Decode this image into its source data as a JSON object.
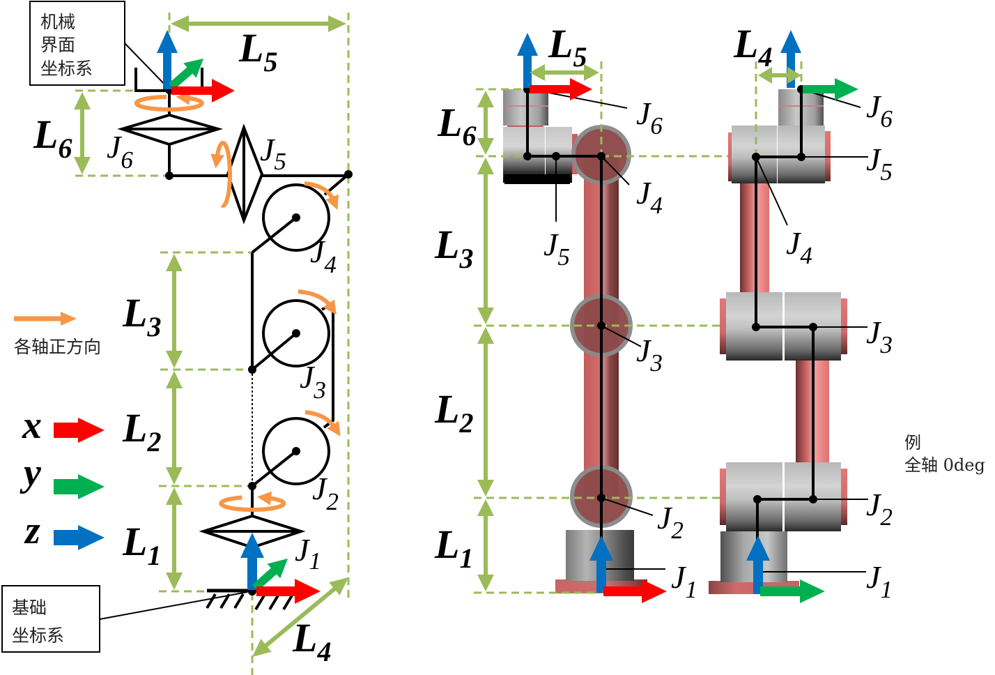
{
  "colors": {
    "x_axis": "#FF0000",
    "y_axis": "#00B050",
    "z_axis": "#0070C0",
    "positive_rotation": "#F79646",
    "dimension_line": "#9BBB59",
    "link": "#CD6A6A",
    "joint_disc": "#8E4A4A"
  },
  "left_diagram": {
    "mechanical_interface_frame": {
      "lines": [
        "机械",
        "界面",
        "坐标系"
      ]
    },
    "base_frame": {
      "lines": [
        "基础",
        "坐标系"
      ]
    },
    "legend": {
      "positive_rotation_label": "各轴正方向",
      "axes": [
        {
          "label": "x"
        },
        {
          "label": "y"
        },
        {
          "label": "z"
        }
      ]
    },
    "lengths": {
      "L1": {
        "symbol": "L",
        "index": "1"
      },
      "L2": {
        "symbol": "L",
        "index": "2"
      },
      "L3": {
        "symbol": "L",
        "index": "3"
      },
      "L4": {
        "symbol": "L",
        "index": "4"
      },
      "L5": {
        "symbol": "L",
        "index": "5"
      },
      "L6": {
        "symbol": "L",
        "index": "6"
      }
    },
    "joints": {
      "J1": {
        "symbol": "J",
        "index": "1"
      },
      "J2": {
        "symbol": "J",
        "index": "2"
      },
      "J3": {
        "symbol": "J",
        "index": "3"
      },
      "J4": {
        "symbol": "J",
        "index": "4"
      },
      "J5": {
        "symbol": "J",
        "index": "5"
      },
      "J6": {
        "symbol": "J",
        "index": "6"
      }
    }
  },
  "front_view": {
    "lengths": {
      "L1": {
        "symbol": "L",
        "index": "1"
      },
      "L2": {
        "symbol": "L",
        "index": "2"
      },
      "L3": {
        "symbol": "L",
        "index": "3"
      },
      "L5": {
        "symbol": "L",
        "index": "5"
      },
      "L6": {
        "symbol": "L",
        "index": "6"
      }
    },
    "joints": {
      "J1": {
        "symbol": "J",
        "index": "1"
      },
      "J2": {
        "symbol": "J",
        "index": "2"
      },
      "J3": {
        "symbol": "J",
        "index": "3"
      },
      "J4": {
        "symbol": "J",
        "index": "4"
      },
      "J5": {
        "symbol": "J",
        "index": "5"
      },
      "J6": {
        "symbol": "J",
        "index": "6"
      }
    }
  },
  "side_view": {
    "lengths": {
      "L4": {
        "symbol": "L",
        "index": "4"
      }
    },
    "joints": {
      "J1": {
        "symbol": "J",
        "index": "1"
      },
      "J2": {
        "symbol": "J",
        "index": "2"
      },
      "J3": {
        "symbol": "J",
        "index": "3"
      },
      "J4": {
        "symbol": "J",
        "index": "4"
      },
      "J5": {
        "symbol": "J",
        "index": "5"
      },
      "J6": {
        "symbol": "J",
        "index": "6"
      }
    }
  },
  "note": {
    "title": "例",
    "text": "全轴 0deg"
  }
}
